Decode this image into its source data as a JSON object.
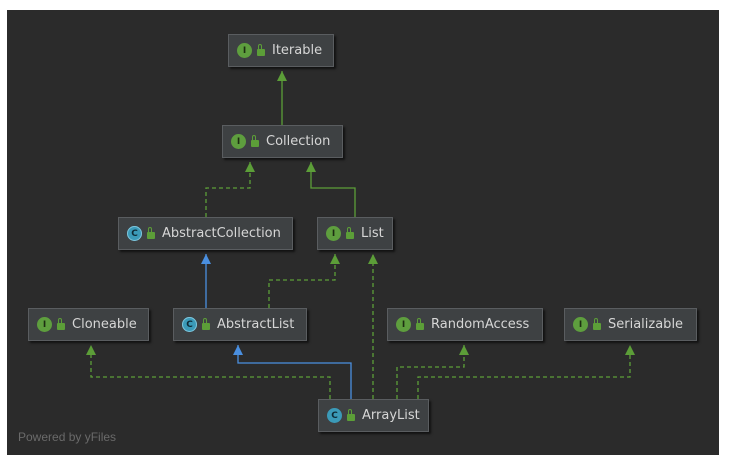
{
  "diagram": {
    "nodes": {
      "iterable": {
        "label": "Iterable",
        "kind_glyph": "I",
        "kind": "interface",
        "icon": "interface-icon"
      },
      "collection": {
        "label": "Collection",
        "kind_glyph": "I",
        "kind": "interface",
        "icon": "interface-icon"
      },
      "abstract_collection": {
        "label": "AbstractCollection",
        "kind_glyph": "C",
        "kind": "abstract-class",
        "icon": "abstract-class-icon"
      },
      "list": {
        "label": "List",
        "kind_glyph": "I",
        "kind": "interface",
        "icon": "interface-icon"
      },
      "cloneable": {
        "label": "Cloneable",
        "kind_glyph": "I",
        "kind": "interface",
        "icon": "interface-icon"
      },
      "abstract_list": {
        "label": "AbstractList",
        "kind_glyph": "C",
        "kind": "abstract-class",
        "icon": "abstract-class-icon"
      },
      "random_access": {
        "label": "RandomAccess",
        "kind_glyph": "I",
        "kind": "interface",
        "icon": "interface-icon"
      },
      "serializable": {
        "label": "Serializable",
        "kind_glyph": "I",
        "kind": "interface",
        "icon": "interface-icon"
      },
      "array_list": {
        "label": "ArrayList",
        "kind_glyph": "C",
        "kind": "class",
        "icon": "class-icon"
      }
    },
    "relations": [
      {
        "from": "collection",
        "to": "iterable",
        "type": "extends-interface"
      },
      {
        "from": "abstract_collection",
        "to": "collection",
        "type": "implements"
      },
      {
        "from": "list",
        "to": "collection",
        "type": "extends-interface"
      },
      {
        "from": "abstract_list",
        "to": "abstract_collection",
        "type": "extends-class"
      },
      {
        "from": "abstract_list",
        "to": "list",
        "type": "implements"
      },
      {
        "from": "array_list",
        "to": "abstract_list",
        "type": "extends-class"
      },
      {
        "from": "array_list",
        "to": "list",
        "type": "implements"
      },
      {
        "from": "array_list",
        "to": "cloneable",
        "type": "implements"
      },
      {
        "from": "array_list",
        "to": "random_access",
        "type": "implements"
      },
      {
        "from": "array_list",
        "to": "serializable",
        "type": "implements"
      }
    ]
  },
  "colors": {
    "background": "#2b2b2b",
    "implements_edge": "#5c9e38",
    "extends_interface_edge": "#5c9e38",
    "extends_class_edge": "#4a8fe0"
  },
  "watermark": "Powered by yFiles"
}
